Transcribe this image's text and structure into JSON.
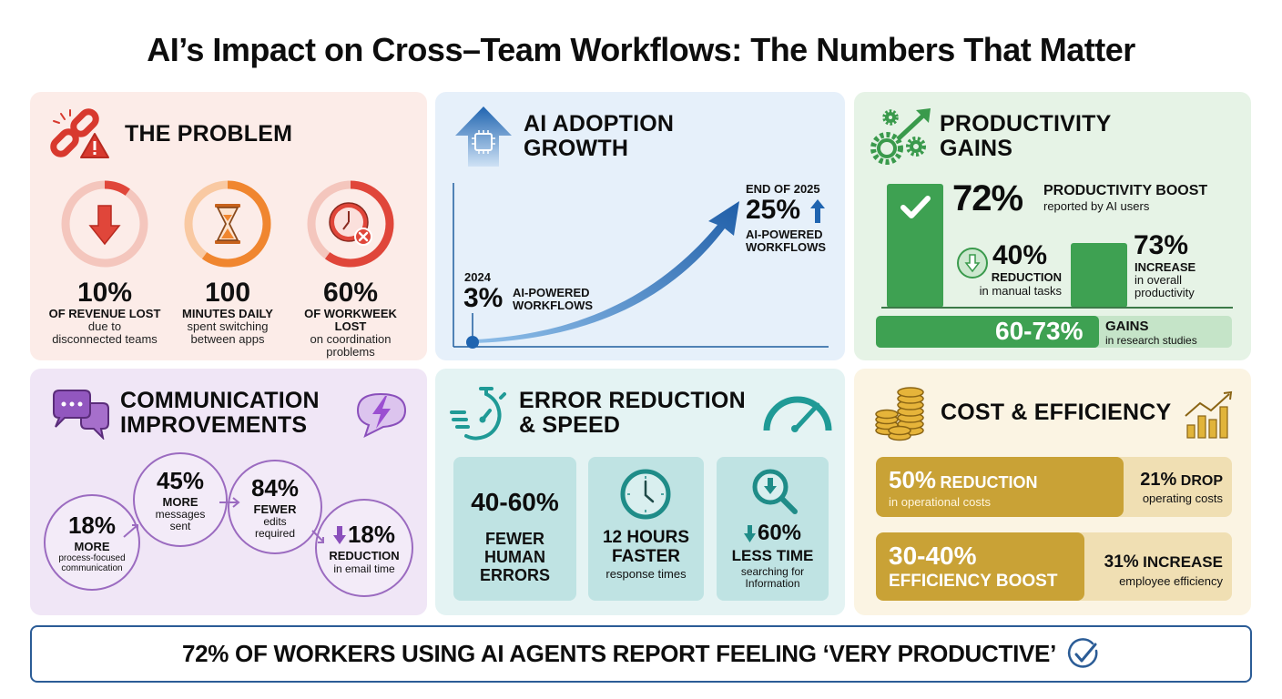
{
  "title": "AI’s Impact on Cross–Team Workflows: The Numbers That Matter",
  "colors": {
    "problem_bg": "#fcece8",
    "problem_accent": "#e0463a",
    "problem_orange": "#f0862f",
    "adoption_bg": "#e6f0fa",
    "adoption_accent": "#1f64b0",
    "productivity_bg": "#e6f3e6",
    "productivity_accent": "#3ea152",
    "communication_bg": "#f0e6f6",
    "communication_accent": "#9b6bc0",
    "error_bg": "#e4f3f3",
    "error_accent": "#1f9a96",
    "cost_bg": "#fbf4e3",
    "cost_accent": "#c9a236",
    "footer_border": "#2b5c96"
  },
  "problem": {
    "title": "THE PROBLEM",
    "icons": [
      "broken-link-icon",
      "warning-icon"
    ],
    "stats": [
      {
        "value": "10%",
        "label": "OF REVENUE LOST",
        "detail1": "due to",
        "detail2": "disconnected teams",
        "ring_fill": 10,
        "icon": "down-arrow-icon"
      },
      {
        "value": "100",
        "label": "MINUTES DAILY",
        "detail1": "spent switching",
        "detail2": "between apps",
        "ring_fill": 60,
        "icon": "hourglass-icon"
      },
      {
        "value": "60%",
        "label": "OF WORKWEEK LOST",
        "detail1": "on coordination",
        "detail2": "problems",
        "ring_fill": 60,
        "icon": "clock-cancel-icon"
      }
    ]
  },
  "adoption": {
    "title_line1": "AI ADOPTION",
    "title_line2": "GROWTH",
    "icon": "chip-up-arrow-icon",
    "start": {
      "year": "2024",
      "value": "3%",
      "label1": "AI-POWERED",
      "label2": "WORKFLOWS"
    },
    "end": {
      "year": "END OF 2025",
      "value": "25%",
      "label1": "AI-POWERED",
      "label2": "WORKFLOWS"
    }
  },
  "productivity": {
    "title_line1": "PRODUCTIVITY",
    "title_line2": "GAINS",
    "icon": "gears-arrow-icon",
    "boost": {
      "value": "72%",
      "label": "PRODUCTIVITY BOOST",
      "detail": "reported by AI users"
    },
    "reduction": {
      "value": "40%",
      "label": "REDUCTION",
      "detail": "in manual tasks"
    },
    "increase": {
      "value": "73%",
      "label": "INCREASE",
      "detail1": "in overall",
      "detail2": "productivity"
    },
    "range": {
      "value": "60-73%",
      "label": "GAINS",
      "detail": "in research studies"
    }
  },
  "communication": {
    "title_line1": "COMMUNICATION",
    "title_line2": "IMPROVEMENTS",
    "icons": [
      "chat-bubbles-icon",
      "lightning-bubble-icon"
    ],
    "circles": [
      {
        "value": "18%",
        "label": "MORE",
        "detail1": "process-focused",
        "detail2": "communication"
      },
      {
        "value": "45%",
        "label": "MORE",
        "detail1": "messages",
        "detail2": "sent"
      },
      {
        "value": "84%",
        "label": "FEWER",
        "detail1": "edits",
        "detail2": "required"
      },
      {
        "value": "18%",
        "label": "REDUCTION",
        "detail1": "in email time",
        "detail2": ""
      }
    ]
  },
  "errors": {
    "title_line1": "ERROR REDUCTION",
    "title_line2": "& SPEED",
    "icons": [
      "stopwatch-icon",
      "speedometer-icon"
    ],
    "cards": [
      {
        "value": "40-60%",
        "line1": "FEWER",
        "line2": "HUMAN",
        "line3": "ERRORS"
      },
      {
        "value": "12 HOURS",
        "line1": "FASTER",
        "line2": "response times",
        "icon": "clock-icon"
      },
      {
        "value": "60%",
        "line1": "LESS TIME",
        "line2": "searching for",
        "line3": "Information",
        "icon": "search-down-icon"
      }
    ]
  },
  "cost": {
    "title": "COST & EFFICIENCY",
    "icons": [
      "coins-icon",
      "bar-chart-up-icon"
    ],
    "rows": [
      {
        "main_value": "50%",
        "main_label": "REDUCTION",
        "main_detail": "in operational costs",
        "side_value": "21%",
        "side_label": "DROP",
        "side_detail": "operating costs"
      },
      {
        "main_value": "30-40%",
        "main_label": "EFFICIENCY BOOST",
        "main_detail": "",
        "side_value": "31%",
        "side_label": "INCREASE",
        "side_detail": "employee efficiency"
      }
    ]
  },
  "footer": {
    "text": "72% OF WORKERS USING AI AGENTS REPORT FEELING ‘VERY PRODUCTIVE’",
    "icon": "check-circle-icon"
  }
}
